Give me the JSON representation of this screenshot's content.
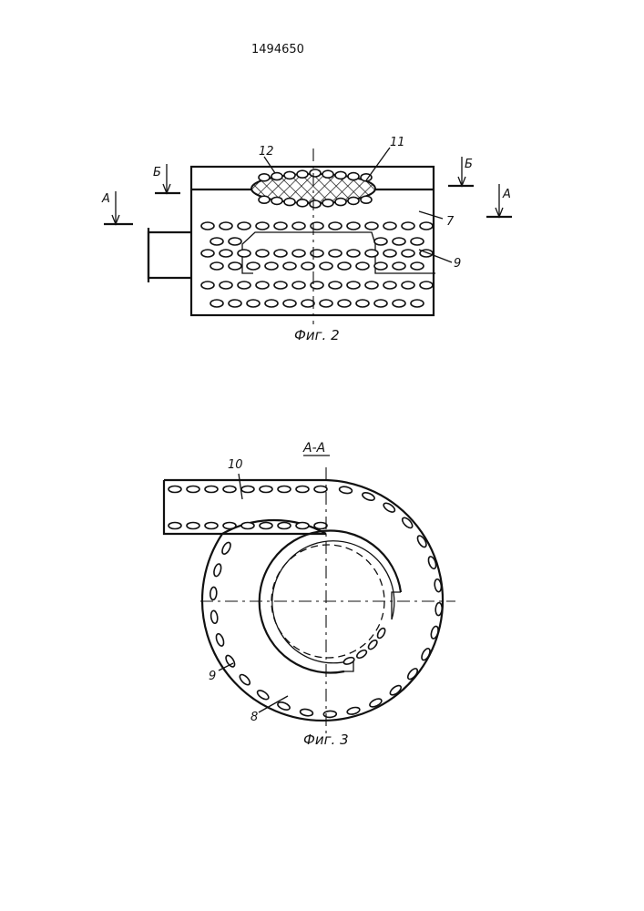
{
  "patent_number": "1494650",
  "fig2": {
    "caption": "Фиг. 2",
    "section_b_left": "Б",
    "section_b_right": "Б",
    "section_a_left": "А",
    "section_a_right": "А",
    "label_12": "12",
    "label_11": "11",
    "label_7": "7",
    "label_9": "9"
  },
  "fig3": {
    "caption": "Фиг. 3",
    "section_title": "А-А",
    "label_10": "10",
    "label_9": "9",
    "label_8": "8"
  },
  "colors": {
    "ink": "#111111",
    "paper": "#ffffff"
  }
}
